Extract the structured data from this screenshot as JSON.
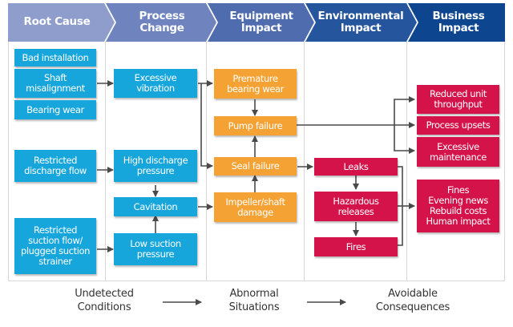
{
  "colors": {
    "header_stages": [
      "#8e9dcb",
      "#6f84be",
      "#4f6caf",
      "#25559c",
      "#0d458e"
    ],
    "root_cause": "#16a6dc",
    "equipment": "#f5a234",
    "consequence": "#d4134a",
    "connector": "#4a4a4a",
    "divider": "#d8d8d8"
  },
  "header": {
    "stages": [
      {
        "label": "Root Cause"
      },
      {
        "label": "Process\nChange"
      },
      {
        "label": "Equipment\nImpact"
      },
      {
        "label": "Environmental\nImpact"
      },
      {
        "label": "Business\nImpact"
      }
    ]
  },
  "columns": {
    "root_cause": [
      {
        "id": "bad-installation",
        "label": "Bad installation"
      },
      {
        "id": "shaft-misalignment",
        "label": "Shaft\nmisalignment"
      },
      {
        "id": "bearing-wear",
        "label": "Bearing wear"
      },
      {
        "id": "restricted-discharge-flow",
        "label": "Restricted\ndischarge flow"
      },
      {
        "id": "restricted-suction-flow",
        "label": "Restricted\nsuction flow/\nplugged suction\nstrainer"
      }
    ],
    "process_change": [
      {
        "id": "excessive-vibration",
        "label": "Excessive\nvibration"
      },
      {
        "id": "high-discharge-pressure",
        "label": "High discharge\npressure"
      },
      {
        "id": "cavitation",
        "label": "Cavitation"
      },
      {
        "id": "low-suction-pressure",
        "label": "Low suction\npressure"
      }
    ],
    "equipment_impact": [
      {
        "id": "premature-bearing-wear",
        "label": "Premature\nbearing wear"
      },
      {
        "id": "pump-failure",
        "label": "Pump failure"
      },
      {
        "id": "seal-failure",
        "label": "Seal failure"
      },
      {
        "id": "impeller-shaft-damage",
        "label": "Impeller/shaft\ndamage"
      }
    ],
    "environmental_impact": [
      {
        "id": "leaks",
        "label": "Leaks"
      },
      {
        "id": "hazardous-releases",
        "label": "Hazardous\nreleases"
      },
      {
        "id": "fires",
        "label": "Fires"
      }
    ],
    "business_impact": [
      {
        "id": "reduced-unit-throughput",
        "label": "Reduced unit\nthroughput"
      },
      {
        "id": "process-upsets",
        "label": "Process upsets"
      },
      {
        "id": "excessive-maintenance",
        "label": "Excessive\nmaintenance"
      },
      {
        "id": "fines-etc",
        "label": "Fines\nEvening news\nRebuild costs\nHuman impact"
      }
    ]
  },
  "connections": [
    {
      "from": "shaft-misalignment",
      "to": "excessive-vibration"
    },
    {
      "from": "restricted-discharge-flow",
      "to": "high-discharge-pressure"
    },
    {
      "from": "restricted-suction-flow",
      "to": "low-suction-pressure"
    },
    {
      "from": "high-discharge-pressure",
      "to": "cavitation"
    },
    {
      "from": "low-suction-pressure",
      "to": "cavitation"
    },
    {
      "from": "excessive-vibration",
      "to": "premature-bearing-wear"
    },
    {
      "from": "excessive-vibration",
      "to": "seal-failure"
    },
    {
      "from": "cavitation",
      "to": "impeller-shaft-damage"
    },
    {
      "from": "premature-bearing-wear",
      "to": "pump-failure"
    },
    {
      "from": "seal-failure",
      "to": "pump-failure"
    },
    {
      "from": "impeller-shaft-damage",
      "to": "seal-failure"
    },
    {
      "from": "seal-failure",
      "to": "leaks"
    },
    {
      "from": "leaks",
      "to": "hazardous-releases"
    },
    {
      "from": "hazardous-releases",
      "to": "fires"
    },
    {
      "from": "pump-failure",
      "to": "reduced-unit-throughput"
    },
    {
      "from": "pump-failure",
      "to": "process-upsets"
    },
    {
      "from": "pump-failure",
      "to": "excessive-maintenance"
    },
    {
      "from": "leaks",
      "to": "fines-etc"
    },
    {
      "from": "hazardous-releases",
      "to": "fines-etc"
    },
    {
      "from": "fires",
      "to": "fines-etc"
    }
  ],
  "footer": {
    "phases": [
      {
        "label": "Undetected\nConditions"
      },
      {
        "label": "Abnormal\nSituations"
      },
      {
        "label": "Avoidable\nConsequences"
      }
    ]
  }
}
